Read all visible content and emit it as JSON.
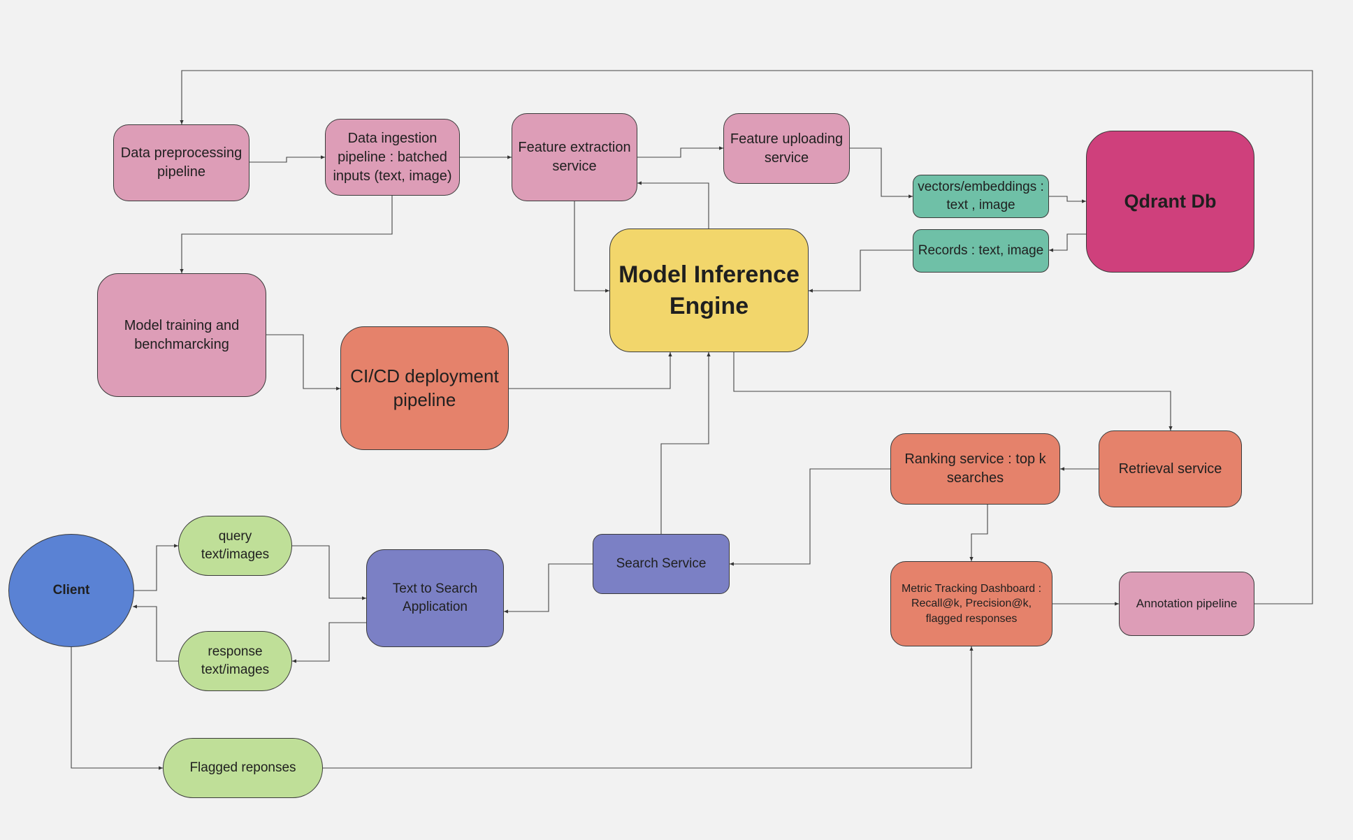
{
  "nodes": {
    "data_preprocessing": "Data preprocessing pipeline",
    "data_ingestion": "Data ingestion pipeline : batched inputs (text, image)",
    "feature_extraction": "Feature extraction service",
    "feature_uploading": "Feature uploading service",
    "vectors_embeddings": "vectors/embeddings : text , image",
    "records": "Records : text, image",
    "qdrant": "Qdrant Db",
    "model_inference": "Model Inference Engine",
    "model_training": "Model training and benchmarcking",
    "cicd": "CI/CD deployment pipeline",
    "retrieval": "Retrieval service",
    "ranking": "Ranking service : top k searches",
    "search_service": "Search Service",
    "text_to_search": "Text to Search Application",
    "query": "query text/images",
    "response": "response text/images",
    "client": "Client",
    "metric_dashboard": "Metric Tracking Dashboard : Recall@k, Precision@k, flagged responses",
    "annotation": "Annotation pipeline",
    "flagged": "Flagged reponses"
  },
  "colors": {
    "pink": "#dd9db7",
    "salmon": "#e5826b",
    "teal": "#6fc0a7",
    "yellow": "#f2d66b",
    "magenta": "#cf407c",
    "purple": "#7b80c5",
    "green": "#bfdf98",
    "blue": "#5a82d4",
    "background": "#f2f2f2"
  }
}
